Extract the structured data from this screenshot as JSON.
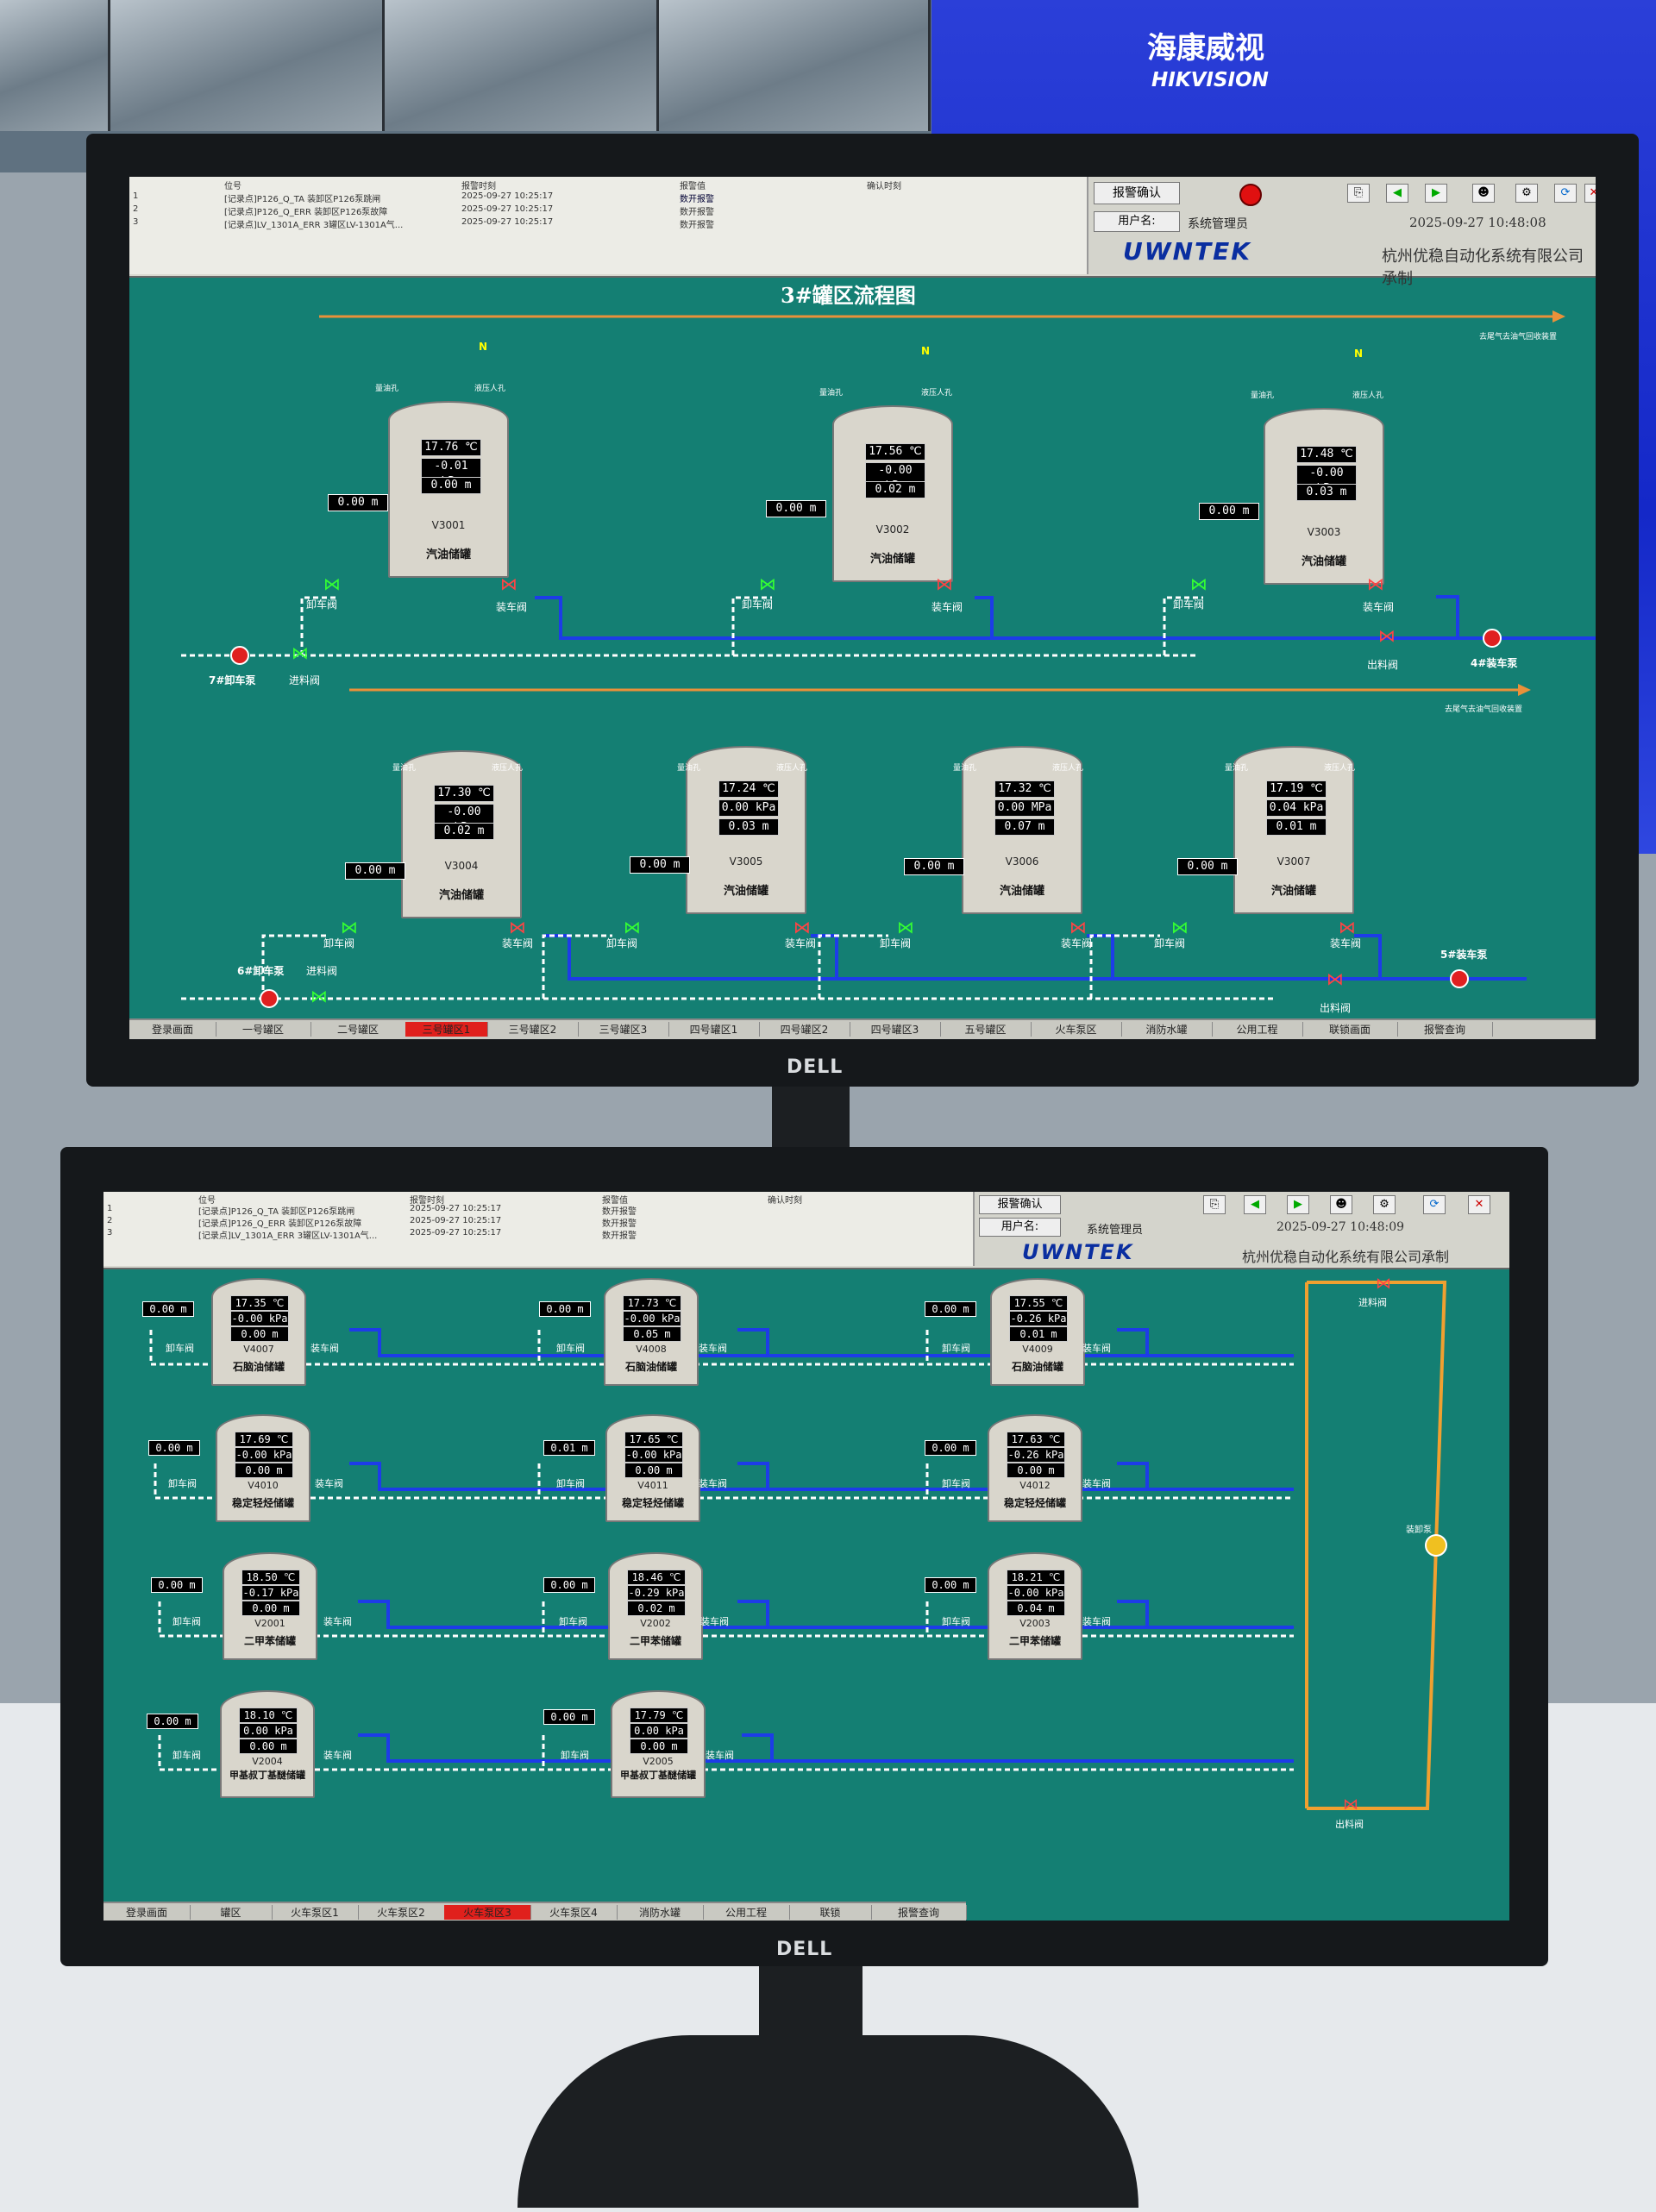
{
  "brand": {
    "cn": "海康威视",
    "en": "HIKVISION"
  },
  "monitor_brand": "DELL",
  "top": {
    "alarm_header": {
      "col_tag": "位号",
      "col_time": "报警时刻",
      "col_value": "报警值",
      "col_ack": "确认时刻"
    },
    "alarms": [
      {
        "idx": "1",
        "text": "[记录点]P126_Q_TA   装卸区P126泵跳闸",
        "time": "2025-09-27 10:25:17",
        "value": "数开报警"
      },
      {
        "idx": "2",
        "text": "[记录点]P126_Q_ERR   装卸区P126泵故障",
        "time": "2025-09-27 10:25:17",
        "value": "数开报警"
      },
      {
        "idx": "3",
        "text": "[记录点]LV_1301A_ERR   3罐区LV-1301A气...",
        "time": "2025-09-27 10:25:17",
        "value": "数开报警"
      }
    ],
    "ack_button": "报警确认",
    "user_label": "用户名:",
    "user_name": "系统管理员",
    "datetime": "2025-09-27  10:48:08",
    "logo": "UWNTEK",
    "company": "杭州优稳自动化系统有限公司承制",
    "title": "3#罐区流程图",
    "vent_label": "去尾气去油气回收装置",
    "small_labels": {
      "bleather": "量油孔",
      "pressure": "液压人孔",
      "n": "N"
    },
    "pumps": {
      "p7": "7#卸车泵",
      "p4": "4#装车泵",
      "p6": "6#卸车泵",
      "p5": "5#装车泵"
    },
    "valves": {
      "unload": "卸车阀",
      "load": "装车阀",
      "inlet": "进料阀",
      "outlet": "出料阀"
    },
    "tanks_row1": [
      {
        "id": "V3001",
        "sub": "汽油储罐",
        "temp": "17.76 ℃",
        "press": "-0.01 kPa",
        "lvl_in": "0.00 m",
        "lvl_out": "0.00 m"
      },
      {
        "id": "V3002",
        "sub": "汽油储罐",
        "temp": "17.56 ℃",
        "press": "-0.00 kPa",
        "lvl_in": "0.02 m",
        "lvl_out": "0.00 m"
      },
      {
        "id": "V3003",
        "sub": "汽油储罐",
        "temp": "17.48 ℃",
        "press": "-0.00 kPa",
        "lvl_in": "0.03 m",
        "lvl_out": "0.00 m"
      }
    ],
    "tanks_row2": [
      {
        "id": "V3004",
        "sub": "汽油储罐",
        "temp": "17.30 ℃",
        "press": "-0.00 kPa",
        "lvl_in": "0.02 m",
        "lvl_out": "0.00 m"
      },
      {
        "id": "V3005",
        "sub": "汽油储罐",
        "temp": "17.24 ℃",
        "press": "0.00 kPa",
        "lvl_in": "0.03 m",
        "lvl_out": "0.00 m"
      },
      {
        "id": "V3006",
        "sub": "汽油储罐",
        "temp": "17.32 ℃",
        "press": "0.00 MPa",
        "lvl_in": "0.07 m",
        "lvl_out": "0.00 m"
      },
      {
        "id": "V3007",
        "sub": "汽油储罐",
        "temp": "17.19 ℃",
        "press": "0.04 kPa",
        "lvl_in": "0.01 m",
        "lvl_out": "0.00 m"
      }
    ],
    "tabs": [
      "登录画面",
      "一号罐区",
      "二号罐区",
      "三号罐区1",
      "三号罐区2",
      "三号罐区3",
      "四号罐区1",
      "四号罐区2",
      "四号罐区3",
      "五号罐区",
      "火车泵区",
      "消防水罐",
      "公用工程",
      "联锁画面",
      "报警查询"
    ],
    "active_tab": 3
  },
  "bottom": {
    "alarm_header": {
      "col_tag": "位号",
      "col_time": "报警时刻",
      "col_value": "报警值",
      "col_ack": "确认时刻"
    },
    "alarms": [
      {
        "idx": "1",
        "text": "[记录点]P126_Q_TA   装卸区P126泵跳闸",
        "time": "2025-09-27 10:25:17",
        "value": "数开报警"
      },
      {
        "idx": "2",
        "text": "[记录点]P126_Q_ERR   装卸区P126泵故障",
        "time": "2025-09-27 10:25:17",
        "value": "数开报警"
      },
      {
        "idx": "3",
        "text": "[记录点]LV_1301A_ERR   3罐区LV-1301A气...",
        "time": "2025-09-27 10:25:17",
        "value": "数开报警"
      }
    ],
    "ack_button": "报警确认",
    "user_label": "用户名:",
    "user_name": "系统管理员",
    "datetime": "2025-09-27  10:48:09",
    "logo": "UWNTEK",
    "company": "杭州优稳自动化系统有限公司承制",
    "valves": {
      "unload": "卸车阀",
      "load": "装车阀",
      "inlet": "进料阀",
      "outlet": "出料阀"
    },
    "pump_label": "装卸泵",
    "tanks": [
      {
        "id": "V4007",
        "sub": "石脑油储罐",
        "temp": "17.35 ℃",
        "press": "-0.00 kPa",
        "lvl_in": "0.00 m",
        "lvl_out": "0.00 m"
      },
      {
        "id": "V4008",
        "sub": "石脑油储罐",
        "temp": "17.73 ℃",
        "press": "-0.00 kPa",
        "lvl_in": "0.05 m",
        "lvl_out": "0.00 m"
      },
      {
        "id": "V4009",
        "sub": "石脑油储罐",
        "temp": "17.55 ℃",
        "press": "-0.26 kPa",
        "lvl_in": "0.01 m",
        "lvl_out": "0.00 m"
      },
      {
        "id": "V4010",
        "sub": "稳定轻烃储罐",
        "temp": "17.69 ℃",
        "press": "-0.00 kPa",
        "lvl_in": "0.00 m",
        "lvl_out": "0.00 m"
      },
      {
        "id": "V4011",
        "sub": "稳定轻烃储罐",
        "temp": "17.65 ℃",
        "press": "-0.00 kPa",
        "lvl_in": "0.00 m",
        "lvl_out": "0.01 m"
      },
      {
        "id": "V4012",
        "sub": "稳定轻烃储罐",
        "temp": "17.63 ℃",
        "press": "-0.26 kPa",
        "lvl_in": "0.00 m",
        "lvl_out": "0.00 m"
      },
      {
        "id": "V2001",
        "sub": "二甲苯储罐",
        "temp": "18.50 ℃",
        "press": "-0.17 kPa",
        "lvl_in": "0.00 m",
        "lvl_out": "0.00 m"
      },
      {
        "id": "V2002",
        "sub": "二甲苯储罐",
        "temp": "18.46 ℃",
        "press": "-0.29 kPa",
        "lvl_in": "0.02 m",
        "lvl_out": "0.00 m"
      },
      {
        "id": "V2003",
        "sub": "二甲苯储罐",
        "temp": "18.21 ℃",
        "press": "-0.00 kPa",
        "lvl_in": "0.04 m",
        "lvl_out": "0.00 m"
      },
      {
        "id": "V2004",
        "sub": "甲基叔丁基醚储罐",
        "temp": "18.10 ℃",
        "press": "0.00 kPa",
        "lvl_in": "0.00 m",
        "lvl_out": "0.00 m"
      },
      {
        "id": "V2005",
        "sub": "甲基叔丁基醚储罐",
        "temp": "17.79 ℃",
        "press": "0.00 kPa",
        "lvl_in": "0.00 m",
        "lvl_out": "0.00 m"
      }
    ],
    "tabs": [
      "登录画面",
      "罐区",
      "火车泵区1",
      "火车泵区2",
      "火车泵区3",
      "火车泵区4",
      "消防水罐",
      "公用工程",
      "联锁",
      "报警查询"
    ],
    "active_tab": 4
  }
}
